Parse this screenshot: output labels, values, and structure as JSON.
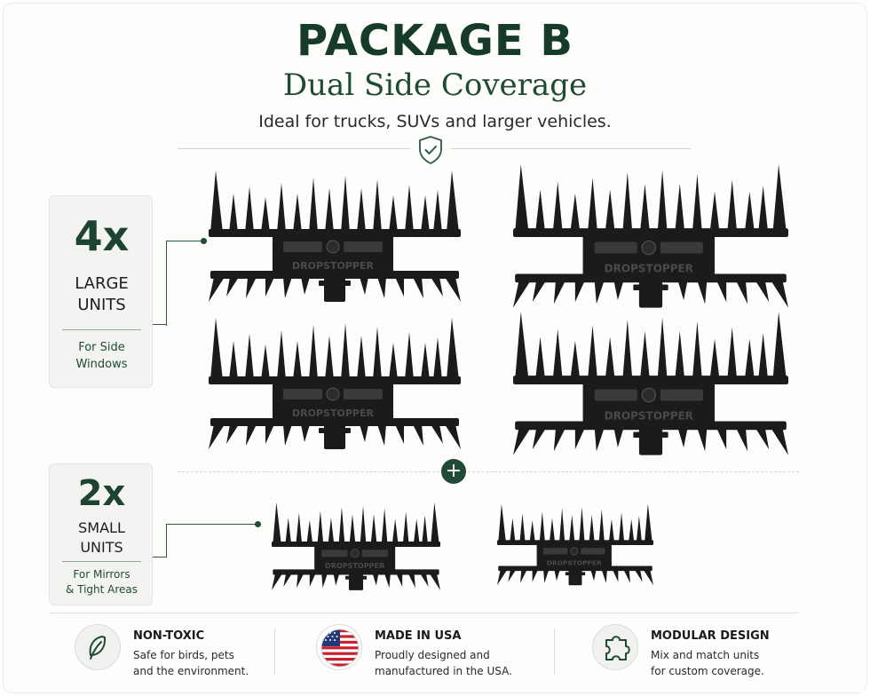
{
  "header": {
    "title": "PACKAGE B",
    "subtitle": "Dual Side Coverage",
    "tagline": "Ideal for trucks, SUVs and larger vehicles."
  },
  "large_units": {
    "count": "4x",
    "line1": "LARGE",
    "line2": "UNITS",
    "use_line1": "For Side",
    "use_line2": "Windows"
  },
  "small_units": {
    "count": "2x",
    "line1": "SMALL",
    "line2": "UNITS",
    "use_line1": "For Mirrors",
    "use_line2": "& Tight Areas"
  },
  "product": {
    "brand": "DROPSTOPPER"
  },
  "plus_symbol": "+",
  "features": [
    {
      "icon": "leaf-icon",
      "title": "NON-TOXIC",
      "desc1": "Safe for birds, pets",
      "desc2": "and the environment."
    },
    {
      "icon": "us-flag-icon",
      "title": "MADE IN USA",
      "desc1": "Proudly designed and",
      "desc2": "manufactured in the USA."
    },
    {
      "icon": "puzzle-icon",
      "title": "MODULAR DESIGN",
      "desc1": "Mix and match units",
      "desc2": "for custom coverage."
    }
  ],
  "colors": {
    "brand_green": "#1d4331",
    "unit_black": "#1b1b1b",
    "panel_gray": "#f3f4f2"
  }
}
